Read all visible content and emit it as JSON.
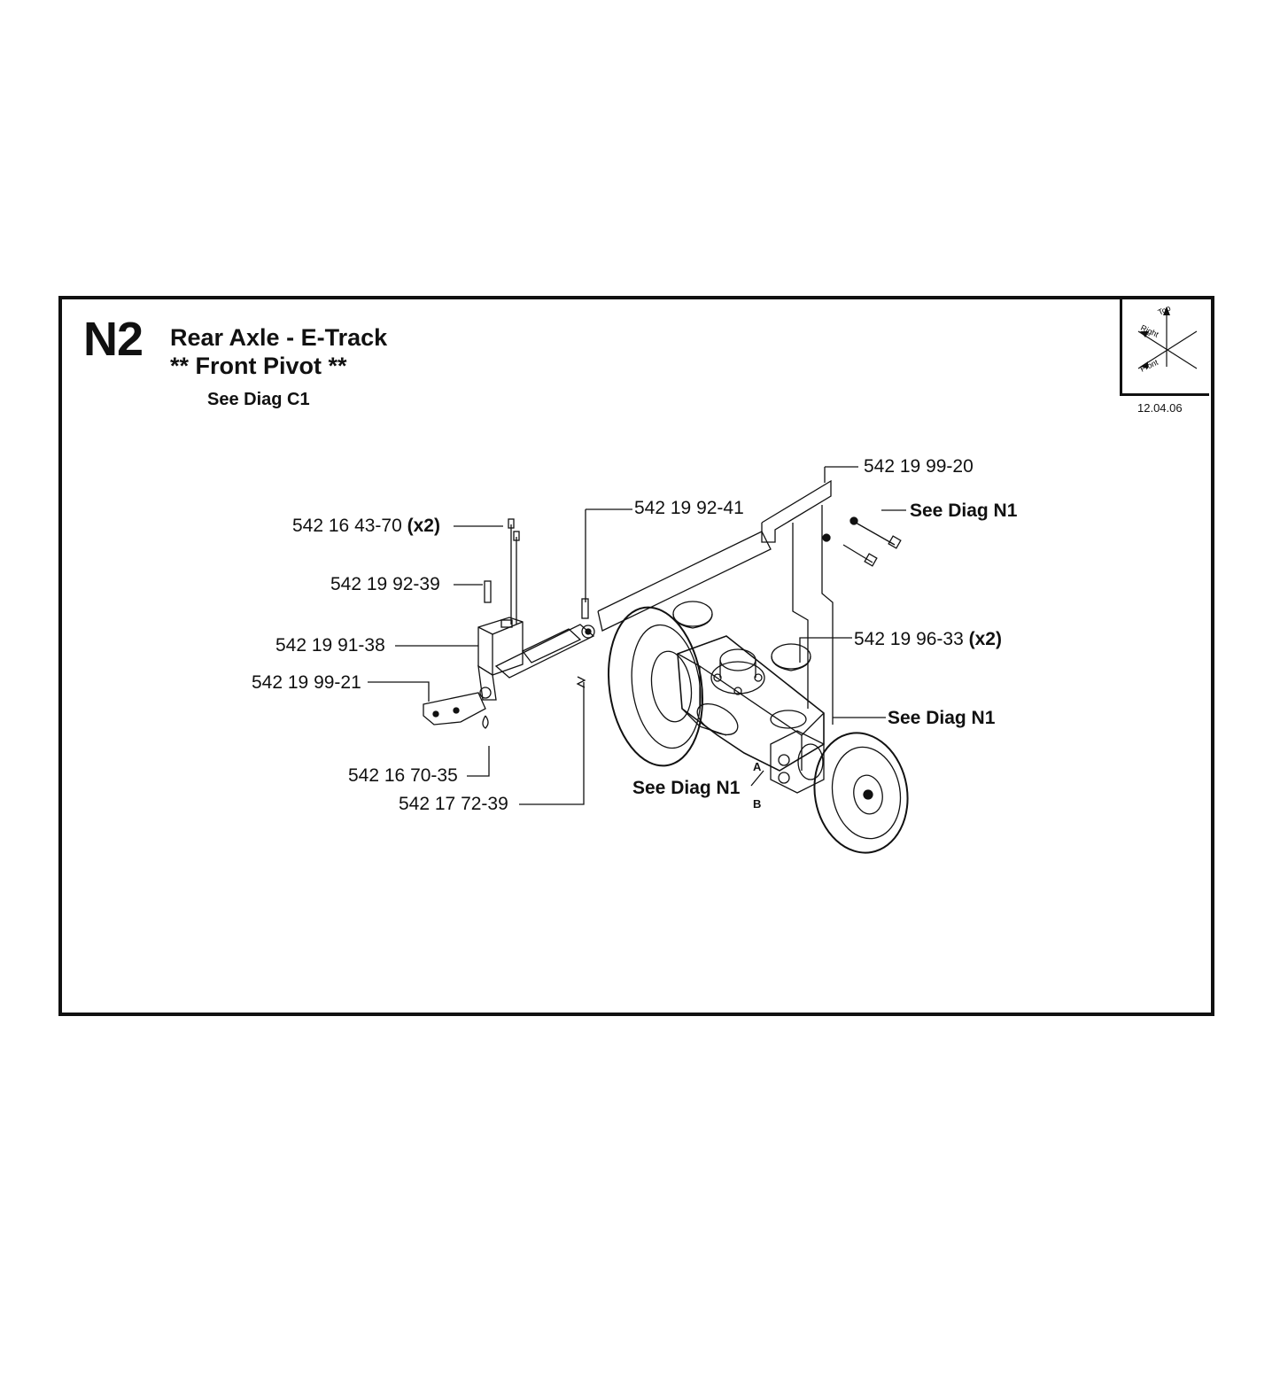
{
  "header": {
    "diagram_code": "N2",
    "title_line1": "Rear Axle - E-Track",
    "title_line2": "** Front Pivot **",
    "see_diag": "See Diag C1",
    "date": "12.04.06"
  },
  "compass": {
    "top": "Top",
    "right": "Right",
    "front": "Front"
  },
  "parts": {
    "p_542_19_99_20": "542 19 99-20",
    "p_542_19_92_41": "542 19 92-41",
    "p_542_16_43_70": "542 16 43-70",
    "p_542_16_43_70_qty": "(x2)",
    "p_542_19_92_39": "542 19 92-39",
    "p_542_19_91_38": "542 19 91-38",
    "p_542_19_99_21": "542 19 99-21",
    "p_542_19_96_33": "542 19 96-33",
    "p_542_19_96_33_qty": "(x2)",
    "p_542_16_70_35": "542 16 70-35",
    "p_542_17_72_39": "542 17 72-39"
  },
  "notes": {
    "see_n1_top": "See Diag N1",
    "see_n1_right": "See Diag N1",
    "see_n1_bottom": "See Diag N1"
  },
  "ports": {
    "a": "A",
    "b": "B"
  }
}
